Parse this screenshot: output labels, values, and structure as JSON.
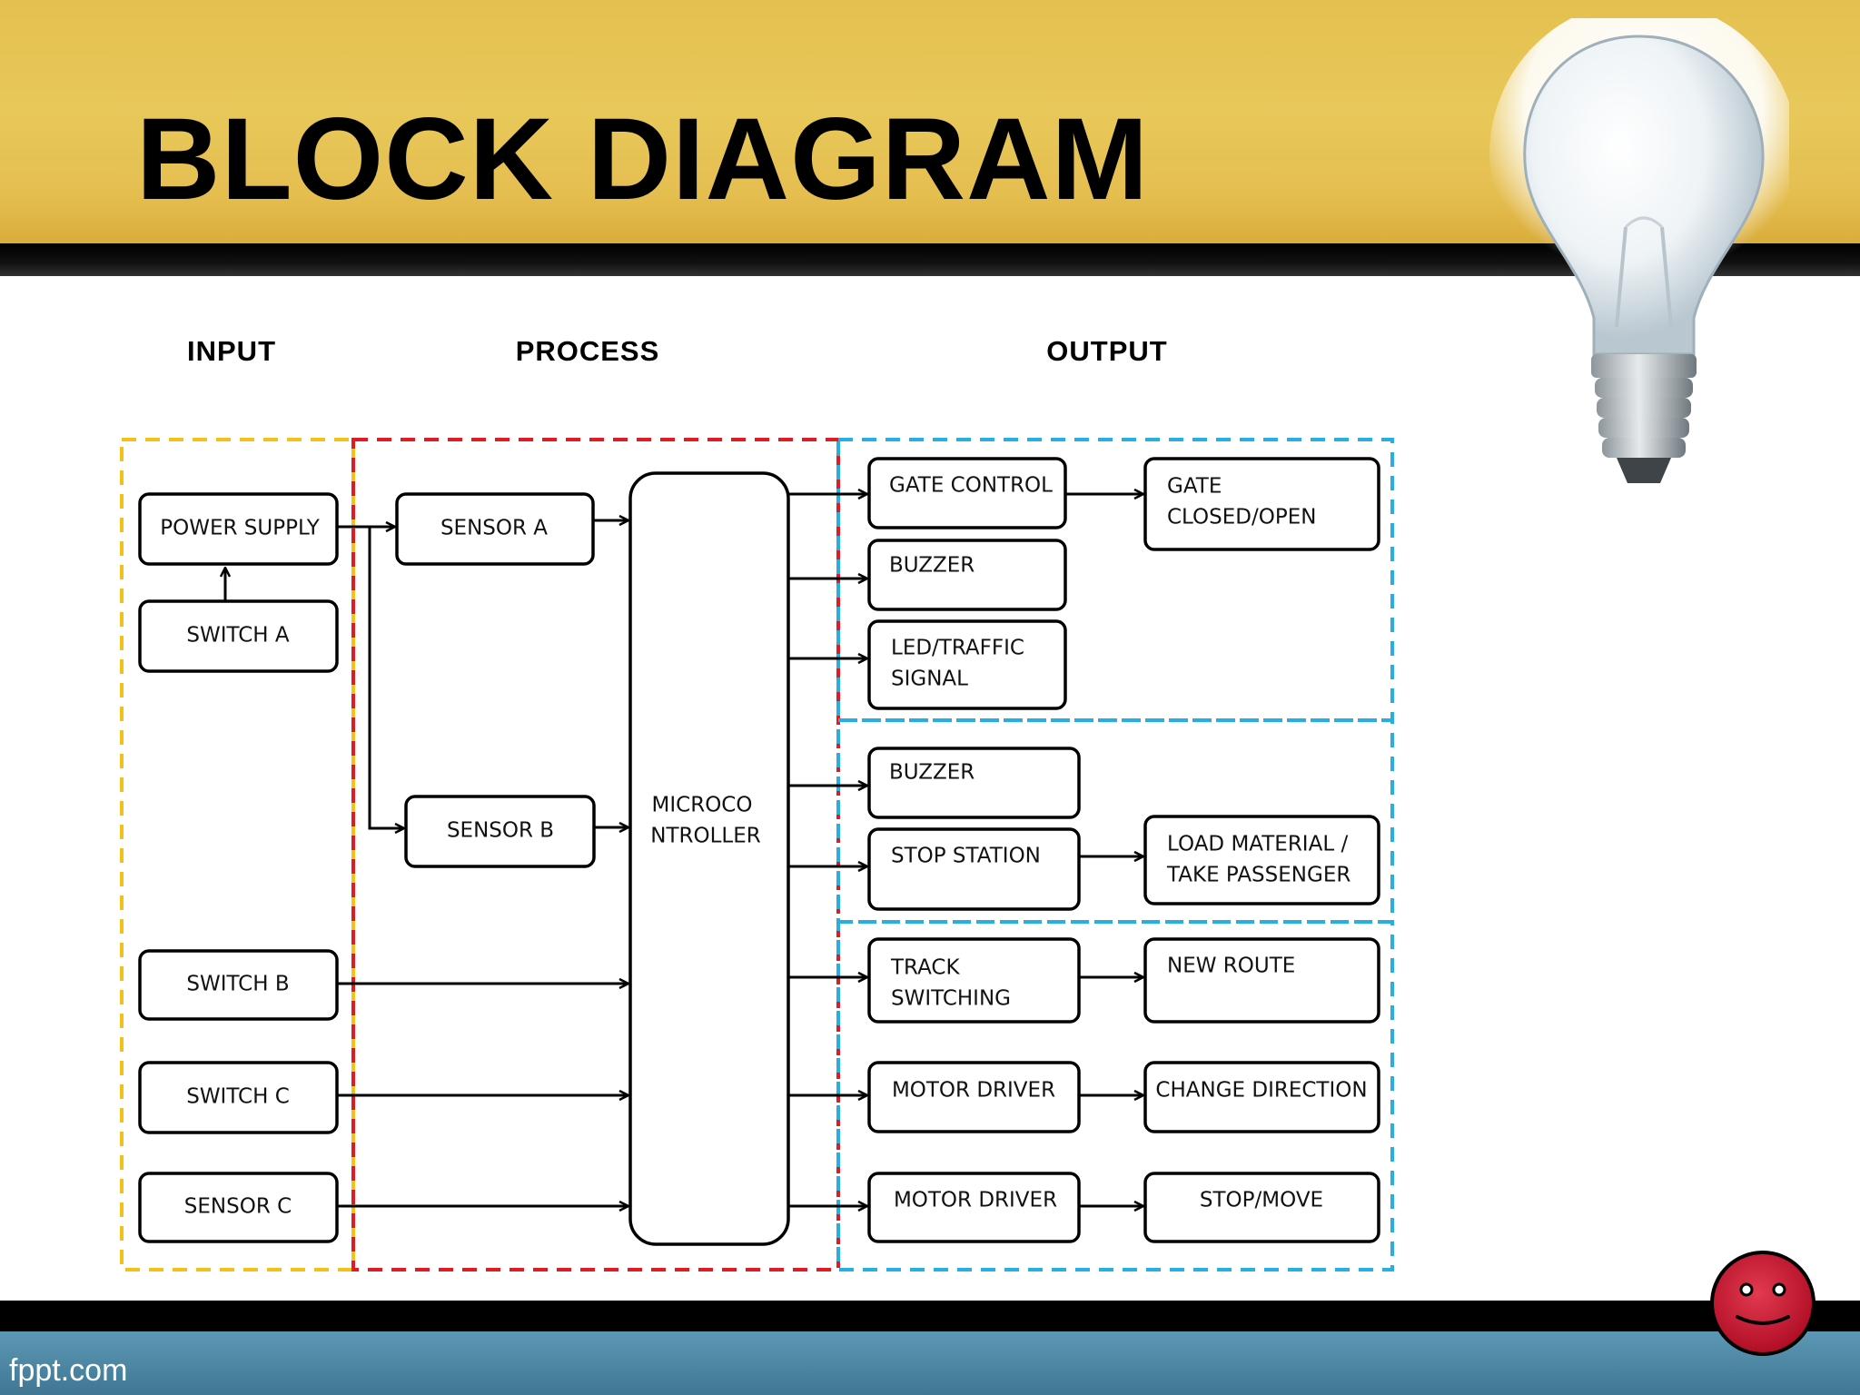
{
  "slide": {
    "title": "BLOCK DIAGRAM",
    "footer": "fppt.com"
  },
  "columns": {
    "input": "INPUT",
    "process": "PROCESS",
    "output": "OUTPUT"
  },
  "blocks": {
    "power_supply": "POWER SUPPLY",
    "switch_a": "SWITCH A",
    "switch_b": "SWITCH B",
    "switch_c": "SWITCH C",
    "sensor_c": "SENSOR C",
    "sensor_a": "SENSOR A",
    "sensor_b": "SENSOR B",
    "micro_1": "MICROCO",
    "micro_2": "NTROLLER",
    "gate_control": "GATE CONTROL",
    "buzzer_1": "BUZZER",
    "led_1": "LED/TRAFFIC",
    "led_2": "SIGNAL",
    "gate_out_1": "GATE",
    "gate_out_2": "CLOSED/OPEN",
    "buzzer_2": "BUZZER",
    "stop_station": "STOP STATION",
    "load_1": "LOAD MATERIAL /",
    "load_2": "TAKE PASSENGER",
    "track_1": "TRACK",
    "track_2": "SWITCHING",
    "new_route": "NEW ROUTE",
    "motor_driver_1": "MOTOR DRIVER",
    "change_direction": "CHANGE DIRECTION",
    "motor_driver_2": "MOTOR DRIVER",
    "stop_move": "STOP/MOVE"
  },
  "colors": {
    "input_boundary": "#f2c21b",
    "process_boundary": "#e01b24",
    "output_boundary": "#27aee3",
    "header": "#e5c050",
    "footer": "#4a85a3",
    "smiley": "#c8102e"
  },
  "icons": [
    "light-bulb-icon",
    "smiley-face-icon"
  ]
}
